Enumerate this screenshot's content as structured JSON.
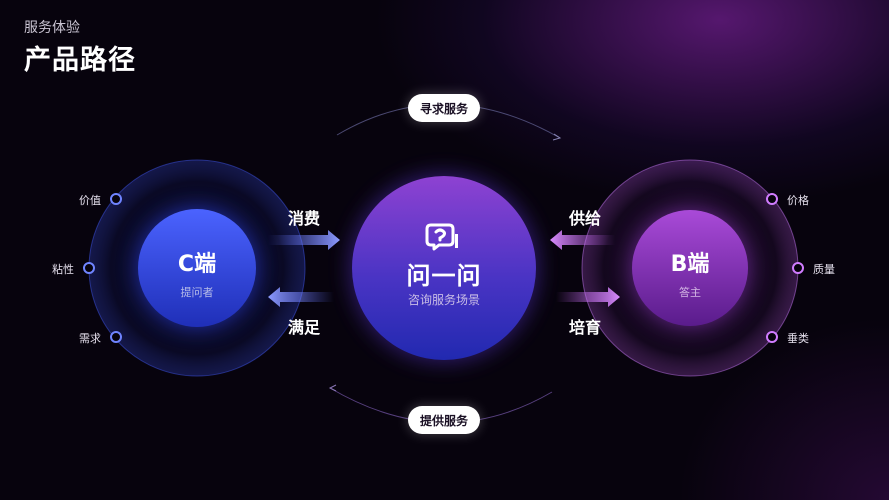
{
  "header": {
    "subtitle": "服务体验",
    "title": "产品路径"
  },
  "cycle": {
    "top_label": "寻求服务",
    "bottom_label": "提供服务"
  },
  "center": {
    "title": "问一问",
    "subtitle": "咨询服务场景",
    "icon": "question-mark-logo-icon"
  },
  "c_side": {
    "title": "C端",
    "subtitle": "提问者",
    "attributes": [
      "价值",
      "粘性",
      "需求"
    ],
    "arrow_to_center": "消费",
    "arrow_from_center": "满足"
  },
  "b_side": {
    "title": "B端",
    "subtitle": "答主",
    "attributes": [
      "价格",
      "质量",
      "垂类"
    ],
    "arrow_to_center": "供给",
    "arrow_from_center": "培育"
  },
  "colors": {
    "c_accent": "#4a5cf0",
    "b_accent": "#b04cd4",
    "center_top": "#8a3fd0",
    "center_bottom": "#2a2fb8",
    "background": "#07030d"
  }
}
